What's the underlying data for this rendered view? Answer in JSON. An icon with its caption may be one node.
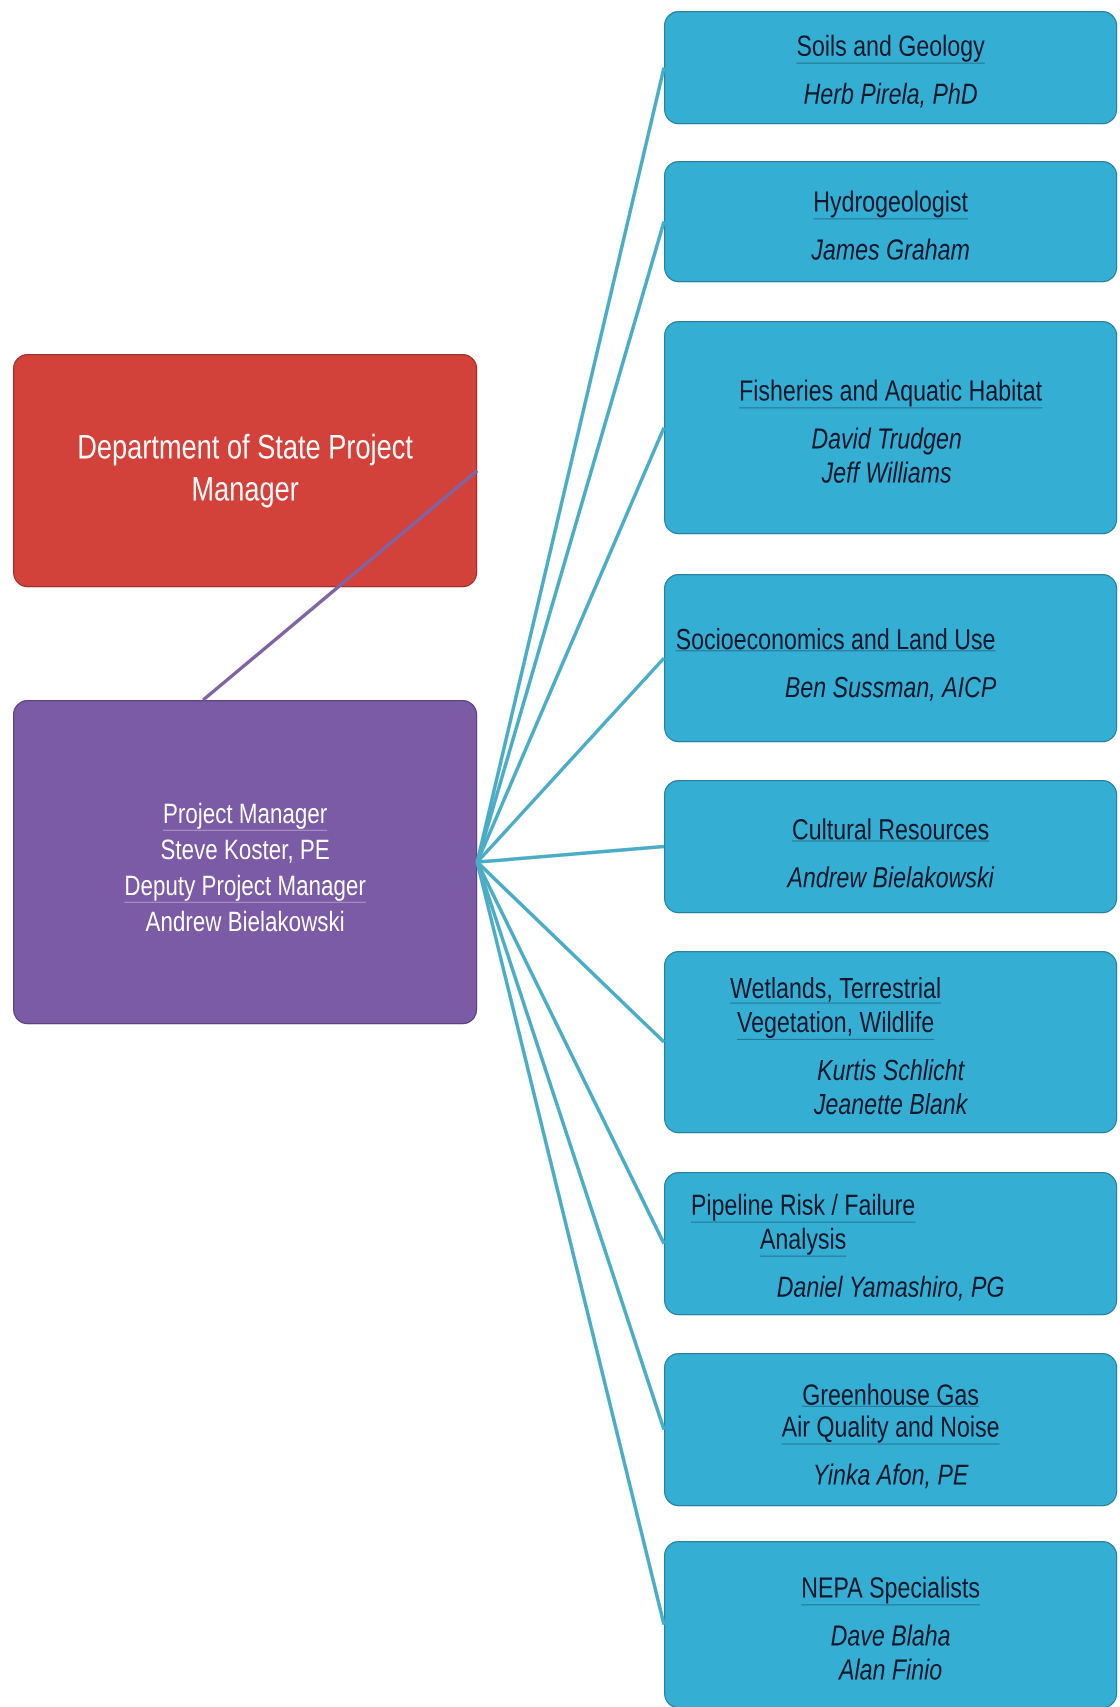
{
  "diagram": {
    "nodes": [
      {
        "text": [
          "Department of State Project Manager"
        ]
      },
      {
        "text": [
          "Project Manager",
          "Steve Koster, PE",
          "Deputy Project Manager",
          "Andrew Bielakowski"
        ]
      },
      {
        "text": [
          "Soils and Geology",
          "Herb Pirela, PhD"
        ]
      },
      {
        "text": [
          "Hydrogeologist",
          "James Graham"
        ]
      },
      {
        "text": [
          "Fisheries and Aquatic Habitat",
          "David Trudgen",
          "Jeff Williams"
        ]
      },
      {
        "text": [
          "Socioeconomics and Land Use",
          "Ben Sussman, AICP"
        ]
      },
      {
        "text": [
          "Cultural Resources",
          "Andrew Bielakowski"
        ]
      },
      {
        "text": [
          "Wetlands, Terrestrial Vegetation, Wildlife",
          "Kurtis Schlicht",
          "Jeanette Blank"
        ]
      },
      {
        "text": [
          "Pipeline Risk / Failure Analysis",
          "Daniel Yamashiro, PG"
        ]
      },
      {
        "text": [
          "Greenhouse Gas",
          "Air Quality and Noise",
          "Yinka Afon, PE"
        ]
      },
      {
        "text": [
          "NEPA Specialists",
          "Dave Blaha",
          "Alan Finio"
        ]
      }
    ],
    "edges": [
      {
        "from": 1,
        "to": 0,
        "arrow": "none",
        "color": "#8064a2"
      },
      {
        "from": 1,
        "to": 2,
        "arrow": "none"
      },
      {
        "from": 1,
        "to": 3,
        "arrow": "none"
      },
      {
        "from": 1,
        "to": 4,
        "arrow": "none"
      },
      {
        "from": 1,
        "to": 5,
        "arrow": "none"
      },
      {
        "from": 1,
        "to": 6,
        "arrow": "none"
      },
      {
        "from": 1,
        "to": 7,
        "arrow": "none"
      },
      {
        "from": 1,
        "to": 8,
        "arrow": "none"
      },
      {
        "from": 1,
        "to": 9,
        "arrow": "none"
      },
      {
        "from": 1,
        "to": 10,
        "arrow": "none"
      }
    ]
  }
}
